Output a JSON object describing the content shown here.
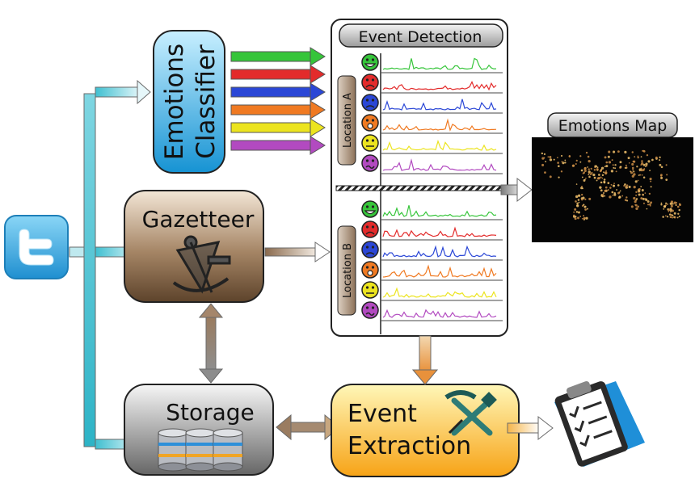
{
  "nodes": {
    "emotions_classifier": {
      "line1": "Emotions",
      "line2": "Classifier"
    },
    "gazetteer": {
      "label": "Gazetteer"
    },
    "storage": {
      "label": "Storage"
    },
    "event_extraction": {
      "line1": "Event",
      "line2": "Extraction"
    },
    "event_detection": {
      "title": "Event Detection"
    },
    "emotions_map": {
      "title": "Emotions Map"
    }
  },
  "locations": [
    "Location A",
    "Location B"
  ],
  "emotions": [
    {
      "id": "happy",
      "color": "#36c53a",
      "icon": "grin-face-icon"
    },
    {
      "id": "angry",
      "color": "#e32b2b",
      "icon": "angry-face-icon"
    },
    {
      "id": "sad",
      "color": "#2b47d6",
      "icon": "sad-face-icon"
    },
    {
      "id": "surprised",
      "color": "#f07a22",
      "icon": "surprised-face-icon"
    },
    {
      "id": "neutral",
      "color": "#ece41f",
      "icon": "neutral-face-icon"
    },
    {
      "id": "disgust",
      "color": "#b24ac0",
      "icon": "disgust-face-icon"
    }
  ],
  "colors": {
    "classifier_top": "#bfe9ff",
    "classifier_bottom": "#1a9fd8",
    "gazetteer_top": "#f0e4d4",
    "gazetteer_bottom": "#6b4f33",
    "storage_top": "#f2f2f2",
    "storage_bottom": "#6d6d6d",
    "extraction_top": "#fff1a0",
    "extraction_bottom": "#f9a21a",
    "twitter_blue": "#39a9e3",
    "flow_teal": "#58c7d6"
  }
}
